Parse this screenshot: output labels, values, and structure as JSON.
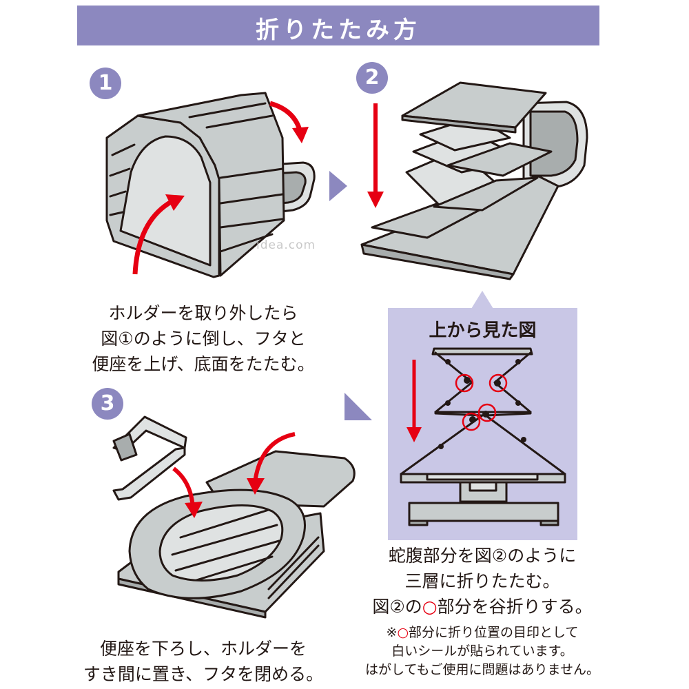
{
  "title": "折りたたみ方",
  "steps": [
    {
      "number": "1",
      "caption": [
        "ホルダーを取り外したら",
        "図①のように倒し、フタと",
        "便座を上げ、底面をたたむ。"
      ]
    },
    {
      "number": "2",
      "caption": [
        "蛇腹部分を図②のように",
        "三層に折りたたむ。",
        "図②の",
        "部分を谷折りする。"
      ]
    },
    {
      "number": "3",
      "caption": [
        "便座を下ろし、ホルダーを",
        "すき間に置き、フタを閉める。"
      ]
    }
  ],
  "top_view": {
    "title": "上から見た図"
  },
  "note": {
    "line1_suffix": "部分に折り位置の目印として",
    "line1_prefix": "※",
    "line2": "白いシールが貼られています。",
    "line3": "はがしてもご使用に問題はありません。"
  },
  "watermark": "idea.com",
  "colors": {
    "accent": "#8c88bf",
    "panel": "#c9c7e6",
    "arrow": "#e60012",
    "product": "#c8cdcd"
  }
}
